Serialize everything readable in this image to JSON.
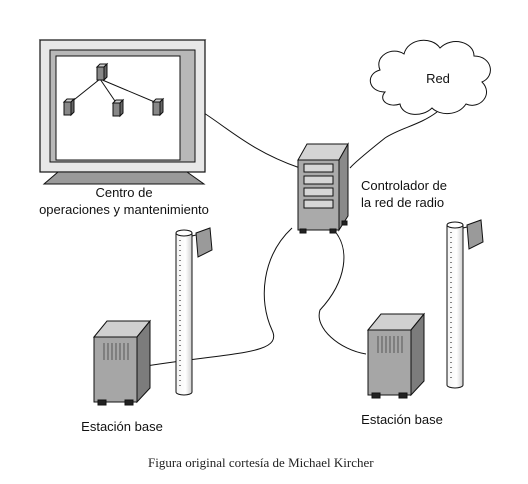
{
  "labels": {
    "red": "Red",
    "centro_line1": "Centro de",
    "centro_line2": "operaciones y mantenimiento",
    "controlador_line1": "Controlador de",
    "controlador_line2": "la red de radio",
    "estacion_left": "Estación base",
    "estacion_right": "Estación base"
  },
  "caption": "Figura original cortesía de Michael Kircher",
  "icons": [
    "monitor-icon",
    "cloud-icon",
    "server-icon",
    "antenna-tower-icon"
  ]
}
